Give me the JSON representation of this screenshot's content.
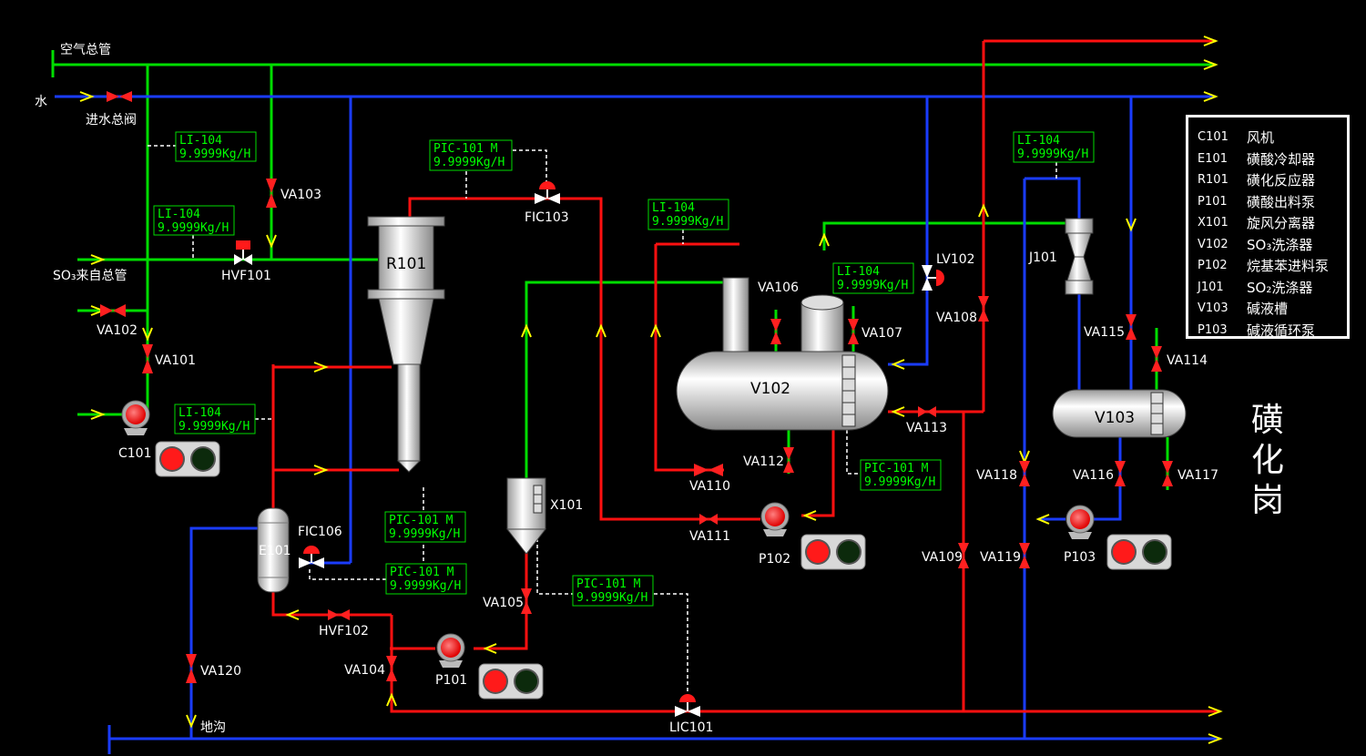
{
  "colors": {
    "air": "#00dd00",
    "water": "#1a3cff",
    "so3": "#ff1010",
    "arrow": "#ffff00",
    "tag": "#00ff00"
  },
  "headers": {
    "air_main": "空气总管",
    "water": "水",
    "water_valve": "进水总阀",
    "so3_main": "SO₃来自总管",
    "drain": "地沟"
  },
  "equipment": {
    "r101": "R101",
    "v102": "V102",
    "v103": "V103",
    "e101": "E101",
    "x101": "X101",
    "j101": "J101",
    "c101": "C101",
    "p101": "P101",
    "p102": "P102",
    "p103": "P103"
  },
  "valves": {
    "va101": "VA101",
    "va102": "VA102",
    "va103": "VA103",
    "va104": "VA104",
    "va105": "VA105",
    "va106": "VA106",
    "va107": "VA107",
    "va108": "VA108",
    "va109": "VA109",
    "va110": "VA110",
    "va111": "VA111",
    "va112": "VA112",
    "va113": "VA113",
    "va114": "VA114",
    "va115": "VA115",
    "va116": "VA116",
    "va117": "VA117",
    "va118": "VA118",
    "va119": "VA119",
    "va120": "VA120",
    "hvf101": "HVF101",
    "hvf102": "HVF102",
    "fic103": "FIC103",
    "fic106": "FIC106",
    "lic101": "LIC101",
    "lv102": "LV102"
  },
  "tags": {
    "li_label": "LI-104",
    "pic_label": "PIC-101  M",
    "value": "9.9999Kg/H"
  },
  "legend": [
    {
      "code": "C101",
      "name": "风机"
    },
    {
      "code": "E101",
      "name": "磺酸冷却器"
    },
    {
      "code": "R101",
      "name": "磺化反应器"
    },
    {
      "code": "P101",
      "name": "磺酸出料泵"
    },
    {
      "code": "X101",
      "name": "旋风分离器"
    },
    {
      "code": "V102",
      "name": "SO₃洗涤器"
    },
    {
      "code": "P102",
      "name": "烷基苯进料泵"
    },
    {
      "code": "J101",
      "name": "SO₂洗涤器"
    },
    {
      "code": "V103",
      "name": "碱液槽"
    },
    {
      "code": "P103",
      "name": "碱液循环泵"
    }
  ],
  "station_title": [
    "磺",
    "化",
    "岗"
  ]
}
